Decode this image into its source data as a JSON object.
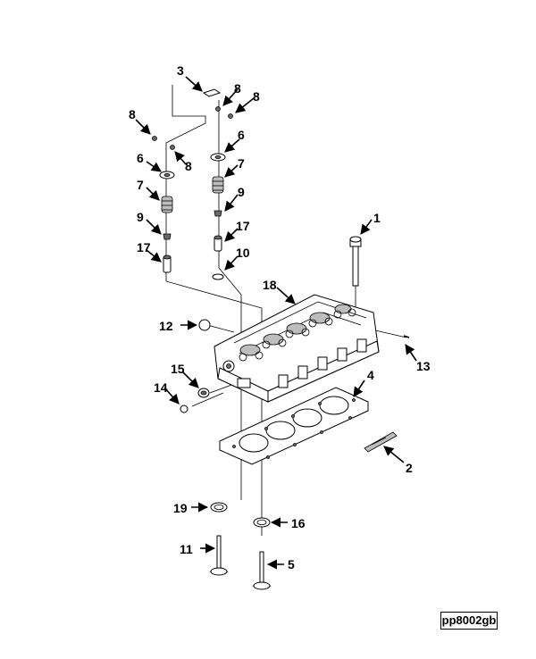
{
  "figure_ref": "pp8002gb",
  "callouts": {
    "c1": "1",
    "c2": "2",
    "c3": "3",
    "c4": "4",
    "c5": "5",
    "c6a": "6",
    "c6b": "6",
    "c7a": "7",
    "c7b": "7",
    "c8a": "8",
    "c8b": "8",
    "c8c": "8",
    "c8d": "8",
    "c9a": "9",
    "c9b": "9",
    "c10": "10",
    "c11": "11",
    "c12": "12",
    "c13": "13",
    "c14": "14",
    "c15": "15",
    "c16": "16",
    "c17a": "17",
    "c17b": "17",
    "c18": "18",
    "c19": "19"
  },
  "colors": {
    "line": "#000000",
    "background": "#ffffff",
    "shade": "#bdbdbd"
  }
}
